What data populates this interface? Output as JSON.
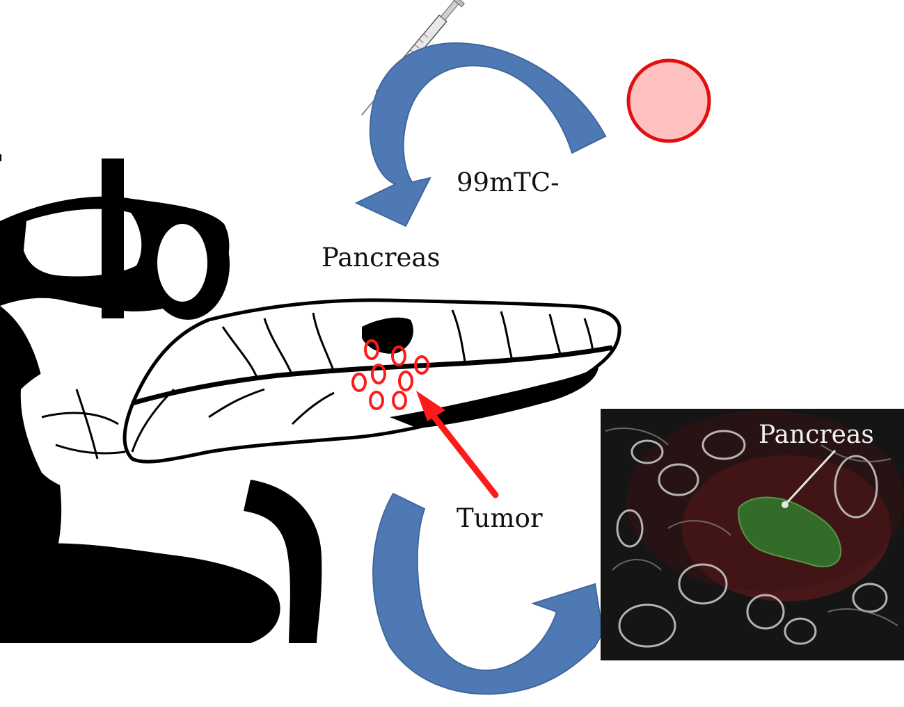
{
  "labels": {
    "tracer": "99mTC-",
    "pancreas": "Pancreas",
    "tumor": "Tumor",
    "scan_pancreas": "Pancreas"
  },
  "icons": [
    "syringe-icon",
    "nanoparticle-icon",
    "curved-arrow-icon",
    "pointer-arrow-icon"
  ],
  "colors": {
    "arrow_fill": "#4e79b5",
    "arrow_stroke": "#3f679c",
    "tumor_marker": "#ff1a1a",
    "particle_fill": "#ffc0c0",
    "particle_stroke": "#e01010",
    "scan_background": "#151515",
    "scan_highlight": "#2f8a2f"
  }
}
